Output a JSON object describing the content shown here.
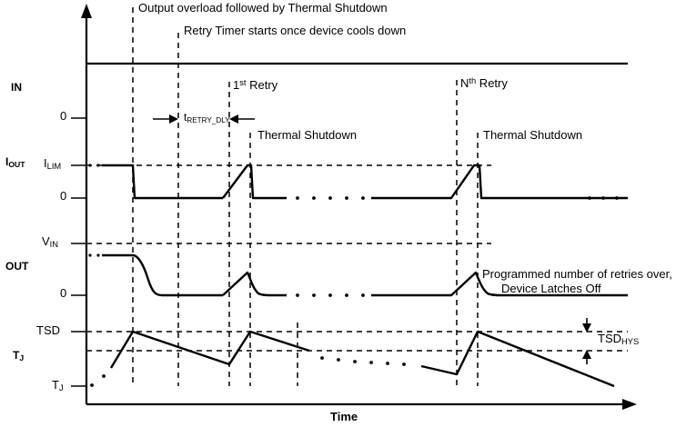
{
  "figure": {
    "type": "timing-diagram",
    "title": "",
    "xlabel": "Time",
    "background": "#ffffff",
    "line_color": "#000000"
  },
  "annotations": {
    "overload": "Output overload followed by Thermal Shutdown",
    "retry_timer": "Retry Timer starts once device cools down",
    "first_retry_prefix": "1",
    "first_retry_sup": "st",
    "first_retry_suffix": " Retry",
    "nth_retry_prefix": "N",
    "nth_retry_sup": "th",
    "nth_retry_suffix": " Retry",
    "thermal_shutdown_1": "Thermal Shutdown",
    "thermal_shutdown_2": "Thermal Shutdown",
    "retry_delay_base": "t",
    "retry_delay_sub": "RETRY_DLY",
    "latch_line1": "Programmed number of retries over,",
    "latch_line2": "Device Latches Off",
    "tsd_hys_base": "TSD",
    "tsd_hys_sub": "HYS"
  },
  "signals": [
    {
      "name": "IN",
      "label": "IN",
      "axis_ticks": [
        {
          "base": "0",
          "sub": ""
        }
      ]
    },
    {
      "name": "IOUT",
      "label_base": "I",
      "label_sub": "OUT",
      "axis_ticks": [
        {
          "base": "I",
          "sub": "LIM"
        },
        {
          "base": "0",
          "sub": ""
        }
      ]
    },
    {
      "name": "OUT",
      "label": "OUT",
      "axis_ticks": [
        {
          "base": "V",
          "sub": "IN"
        },
        {
          "base": "0",
          "sub": ""
        }
      ]
    },
    {
      "name": "TJ",
      "label_base": "T",
      "label_sub": "J",
      "axis_ticks": [
        {
          "base": "TSD",
          "sub": ""
        },
        {
          "base": "T",
          "sub": "J"
        }
      ]
    }
  ],
  "chart_data": {
    "type": "line",
    "title": "",
    "xlabel": "Time",
    "ylabel": "",
    "grid": false,
    "legend": "none",
    "markers": {
      "t_overload": 146,
      "t_cooldown": 196,
      "t_first_retry": 252,
      "t_tsd_1": 275,
      "t_mid_dashed": 327,
      "t_nth_retry": 502,
      "t_tsd_n": 525
    },
    "series": [
      {
        "name": "IN",
        "values_description": "constant high from x=95 to x=690 at y=70"
      },
      {
        "name": "IOUT",
        "values_description": "at ILIM until overload at 146, drops to 0; ramps back to ILIM at first retry 252-275, drops to 0; dotted gap; ramps to ILIM at Nth retry 502-525 then 0"
      },
      {
        "name": "OUT",
        "values_description": "at VIN until 146 then exponential decay to 0; small rise at first retry 252-275 then decay to 0; dotted gap; rise at Nth retry 502-525 then decay to 0 and latches off"
      },
      {
        "name": "TJ",
        "values_description": "ramps from TJ up to TSD at 146, cools down linearly to TSD-TSDHYS at 252, rises to TSD at 275, cools linearly; dotted gap; falls to min at 502, rises to TSD at 525, then cools linearly to end"
      }
    ]
  }
}
